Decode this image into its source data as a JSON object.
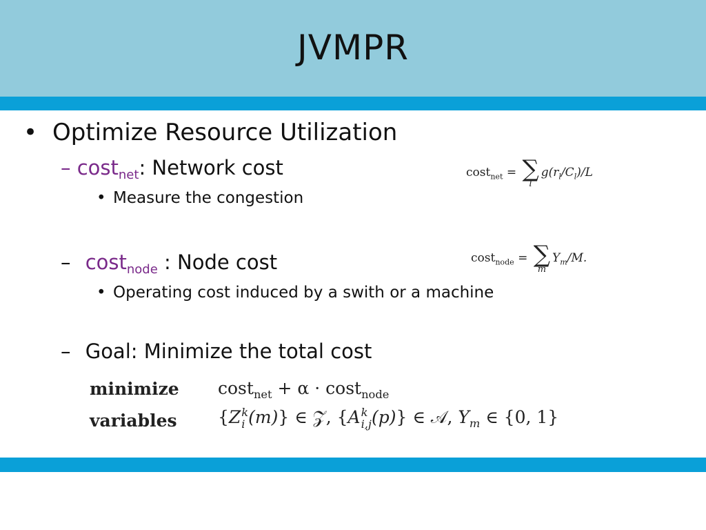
{
  "slide": {
    "title": "JVMPR",
    "bullet_main": "Optimize Resource Utilization",
    "items": [
      {
        "dash": "–",
        "term": "cost",
        "term_sub": "net",
        "desc": ": Network cost",
        "sub_bullet": "Measure the congestion"
      },
      {
        "dash": "–",
        "term": "cost",
        "term_sub": "node",
        "desc": " : Node cost",
        "sub_bullet": "Operating cost induced by  a swith or a machine"
      },
      {
        "dash": "–",
        "term": "",
        "term_sub": "",
        "desc": "Goal: Minimize the total cost",
        "sub_bullet": ""
      }
    ],
    "bullet_char": "•",
    "formulas": {
      "net": {
        "lhs": "cost",
        "lhs_sub": "net",
        "eq": "=",
        "sum_index": "l",
        "body": "g(r",
        "body_sub1": "l",
        "body_mid": "/C",
        "body_sub2": "l",
        "body_end": ")/L"
      },
      "node": {
        "lhs": "cost",
        "lhs_sub": "node",
        "eq": "=",
        "sum_index": "m",
        "body": "Y",
        "body_sub": "m",
        "body_end": "/M."
      }
    },
    "optimization": {
      "minimize_label": "minimize",
      "variables_label": "variables",
      "objective": {
        "a": "cost",
        "a_sub": "net",
        "plus": "+ α · ",
        "b": "cost",
        "b_sub": "node"
      },
      "vars": {
        "z_open": "{",
        "z": "Z",
        "z_sup": "k",
        "z_sub": "i",
        "z_arg": "(m)",
        "z_close": "} ∈ 𝒵,",
        "a_open": "{",
        "a": "A",
        "a_sup": "k",
        "a_sub": "i,j",
        "a_arg": "(p)",
        "a_close": "} ∈ 𝒜,",
        "y": "Y",
        "y_sub": "m",
        "y_tail": "∈ {0, 1}"
      }
    }
  },
  "colors": {
    "header_bg": "#92cbdc",
    "stripe": "#0aa0d8",
    "accent_text": "#7a2a8a"
  }
}
